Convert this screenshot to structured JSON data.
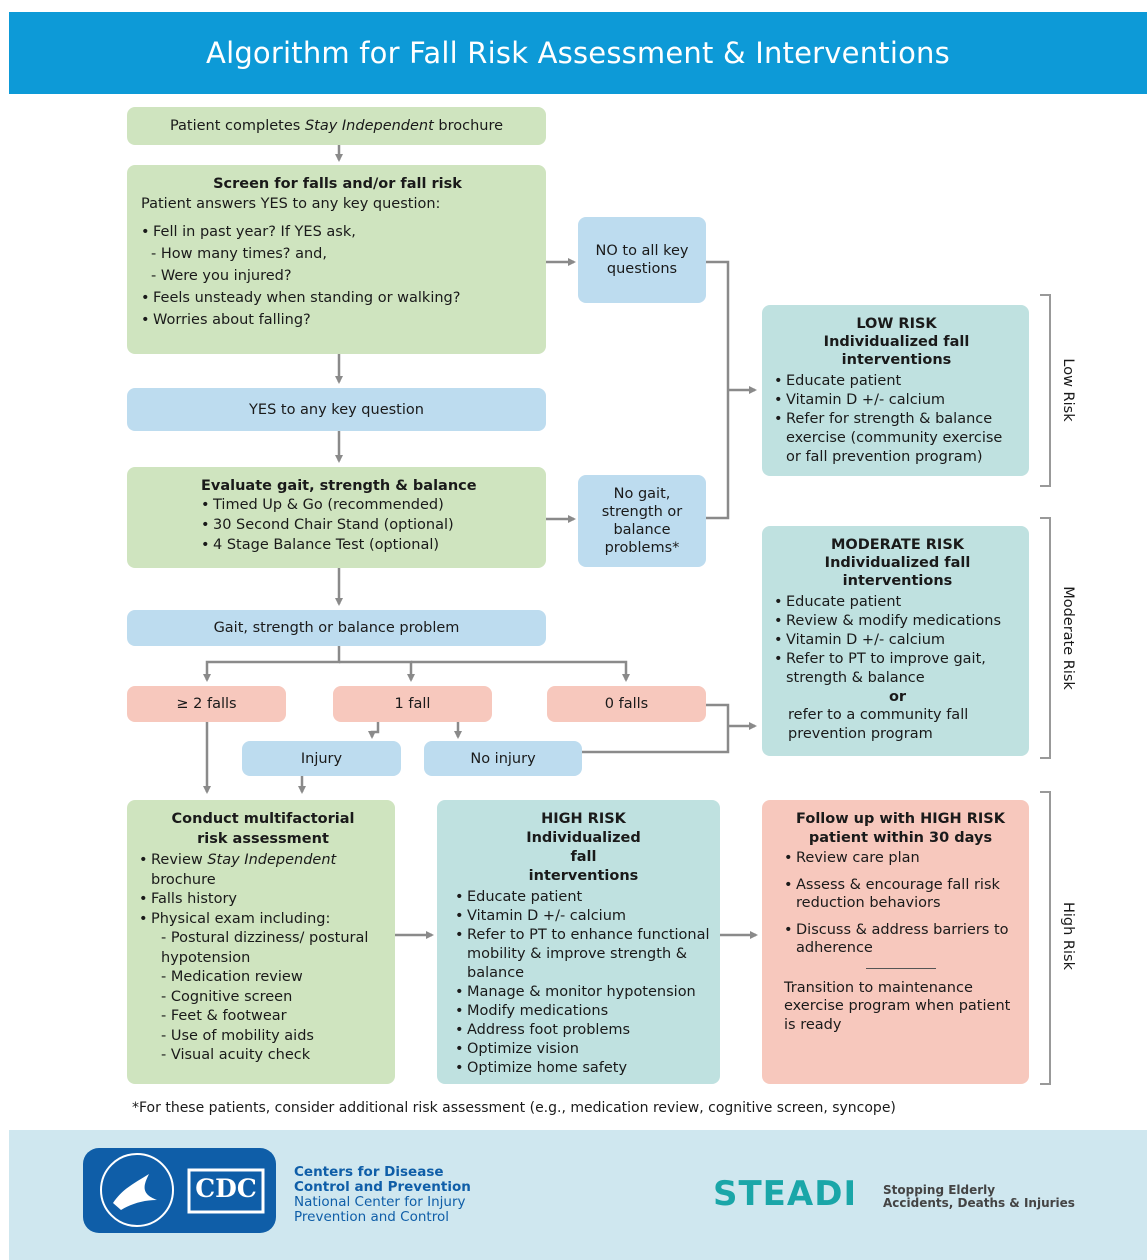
{
  "header": {
    "title": "Algorithm for Fall Risk Assessment & Interventions"
  },
  "start_box": {
    "text_before": "Patient completes ",
    "text_italic": "Stay Independent",
    "text_after": " brochure"
  },
  "screen_box": {
    "title": "Screen for falls and/or fall risk",
    "subtitle": "Patient answers YES to any key question:",
    "items": [
      "Fell in past year? If YES ask,",
      "- How many times? and,",
      "- Were you injured?",
      "Feels unsteady when standing or walking?",
      "Worries about falling?"
    ]
  },
  "no_key_box": {
    "text": "NO to all key questions"
  },
  "yes_box": {
    "text": "YES to any key question"
  },
  "gait_box": {
    "title": "Evaluate gait, strength & balance",
    "items": [
      "Timed Up & Go (recommended)",
      "30 Second Chair Stand (optional)",
      "4 Stage Balance Test (optional)"
    ]
  },
  "no_gait_box": {
    "text": "No gait, strength or balance problems*"
  },
  "gait_problem_box": {
    "text": "Gait, strength or balance problem"
  },
  "falls": {
    "two_plus": "≥ 2 falls",
    "one": "1 fall",
    "zero": "0 falls"
  },
  "injury": {
    "injury": "Injury",
    "no_injury": "No injury"
  },
  "low_risk": {
    "title1": "LOW RISK",
    "title2": "Individualized fall interventions",
    "items": [
      "Educate patient",
      "Vitamin D +/- calcium",
      "Refer for strength & balance exercise (community exercise or fall prevention program)"
    ]
  },
  "moderate_risk": {
    "title1": "MODERATE RISK",
    "title2": "Individualized fall interventions",
    "items": [
      "Educate patient",
      "Review & modify medications",
      "Vitamin D +/- calcium",
      "Refer to PT to improve gait, strength & balance"
    ],
    "or": "or",
    "after_or": "refer to a community fall prevention program"
  },
  "multifactorial": {
    "title": "Conduct multifactorial risk assessment",
    "review_prefix": "Review ",
    "review_italic": "Stay Independent",
    "review_suffix": " brochure",
    "items": [
      "Falls history",
      "Physical exam including:"
    ],
    "sub_items": [
      "- Postural dizziness/ postural hypotension",
      "- Medication review",
      "- Cognitive screen",
      "- Feet & footwear",
      "- Use of mobility aids",
      "- Visual acuity check"
    ]
  },
  "high_risk": {
    "title1": "HIGH RISK",
    "title2": "Individualized fall interventions",
    "items": [
      "Educate patient",
      "Vitamin D +/- calcium",
      "Refer to PT to enhance functional mobility & improve strength & balance",
      "Manage & monitor hypotension",
      "Modify medications",
      "Address foot problems",
      "Optimize vision",
      "Optimize home safety"
    ]
  },
  "follow_up": {
    "title": "Follow up with HIGH RISK patient within 30 days",
    "items": [
      "Review care plan",
      "Assess & encourage fall risk reduction behaviors",
      "Discuss & address barriers to adherence"
    ],
    "transition": "Transition to maintenance exercise program when patient is ready"
  },
  "side_labels": {
    "low": "Low Risk",
    "moderate": "Moderate Risk",
    "high": "High Risk"
  },
  "footnote": "*For these patients, consider additional risk assessment (e.g., medication review, cognitive screen, syncope)",
  "footer": {
    "cdc_line1": "Centers for Disease",
    "cdc_line2": "Control and Prevention",
    "cdc_line3": "National Center for Injury",
    "cdc_line4": "Prevention and Control",
    "cdc_logo": "CDC",
    "steadi": "STEADI",
    "steadi_sub1": "Stopping Elderly",
    "steadi_sub2": "Accidents, Deaths & Injuries"
  },
  "colors": {
    "header": "#0d9ad7",
    "green": "#cfe4bf",
    "blue": "#bddcef",
    "teal": "#bfe1e0",
    "pink": "#f7c8bd",
    "arrow": "#8a8a8a"
  }
}
